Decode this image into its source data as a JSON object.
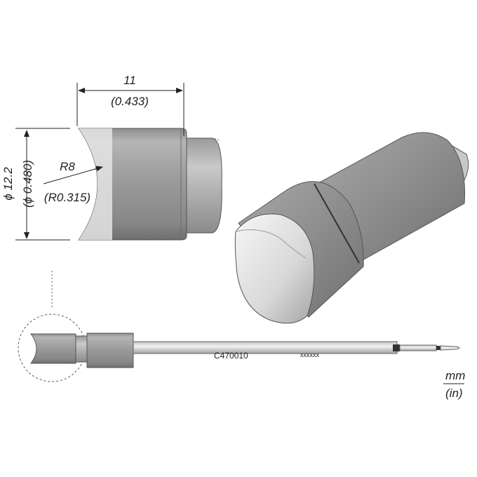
{
  "dimensions": {
    "length_mm": "11",
    "length_in": "(0.433)",
    "diameter_mm": "12.2",
    "diameter_in": "0.480",
    "diameter_symbol": "ϕ",
    "radius_mm": "R8",
    "radius_in": "(R0.315)"
  },
  "part": {
    "number": "C470010",
    "code": "xxxxxx"
  },
  "units": {
    "primary": "mm",
    "secondary": "(in)"
  }
}
